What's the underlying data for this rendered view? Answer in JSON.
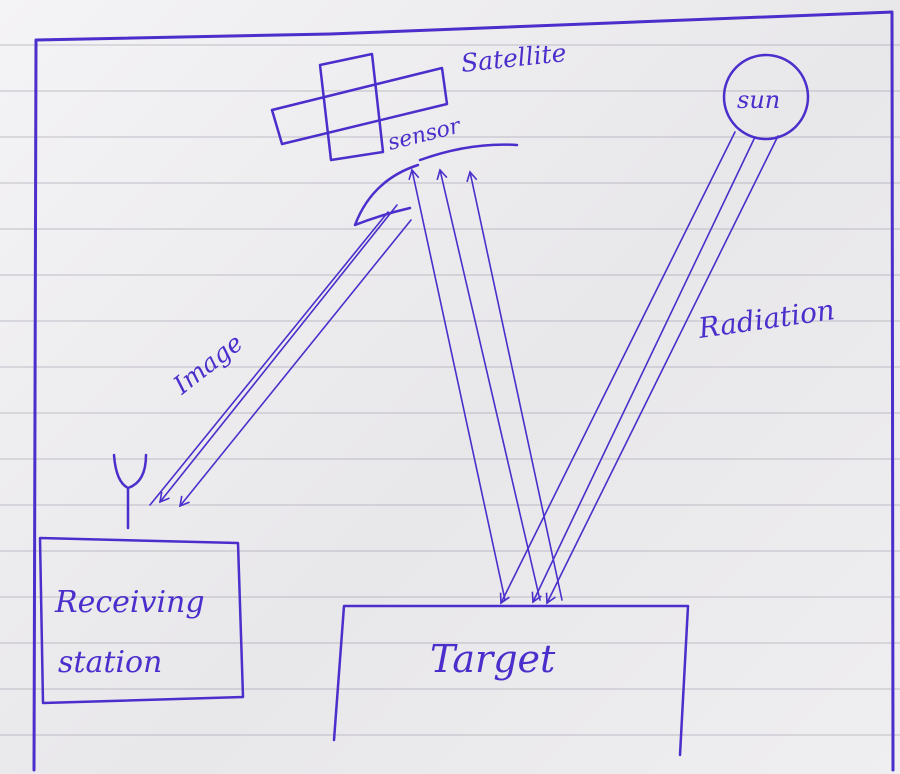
{
  "diagram": {
    "labels": {
      "satellite": "Satellite",
      "sensor": "sensor",
      "sun": "sun",
      "radiation": "Radiation",
      "image": "Image",
      "receiving_station_line1": "Receiving",
      "receiving_station_line2": "station",
      "target": "Target"
    },
    "colors": {
      "ink": "#4b2ecb",
      "paper": "#efeef0",
      "ruled_line": "#9696a5"
    },
    "components": [
      "satellite",
      "sensor",
      "sun",
      "target",
      "receiving-station",
      "antenna"
    ],
    "flows": [
      {
        "from": "sun",
        "to": "target",
        "label_ref": "radiation",
        "arrow_count": 3
      },
      {
        "from": "target",
        "to": "sensor",
        "arrow_count": 3
      },
      {
        "from": "sensor",
        "to": "receiving-station",
        "label_ref": "image",
        "arrow_count": 2
      }
    ]
  }
}
